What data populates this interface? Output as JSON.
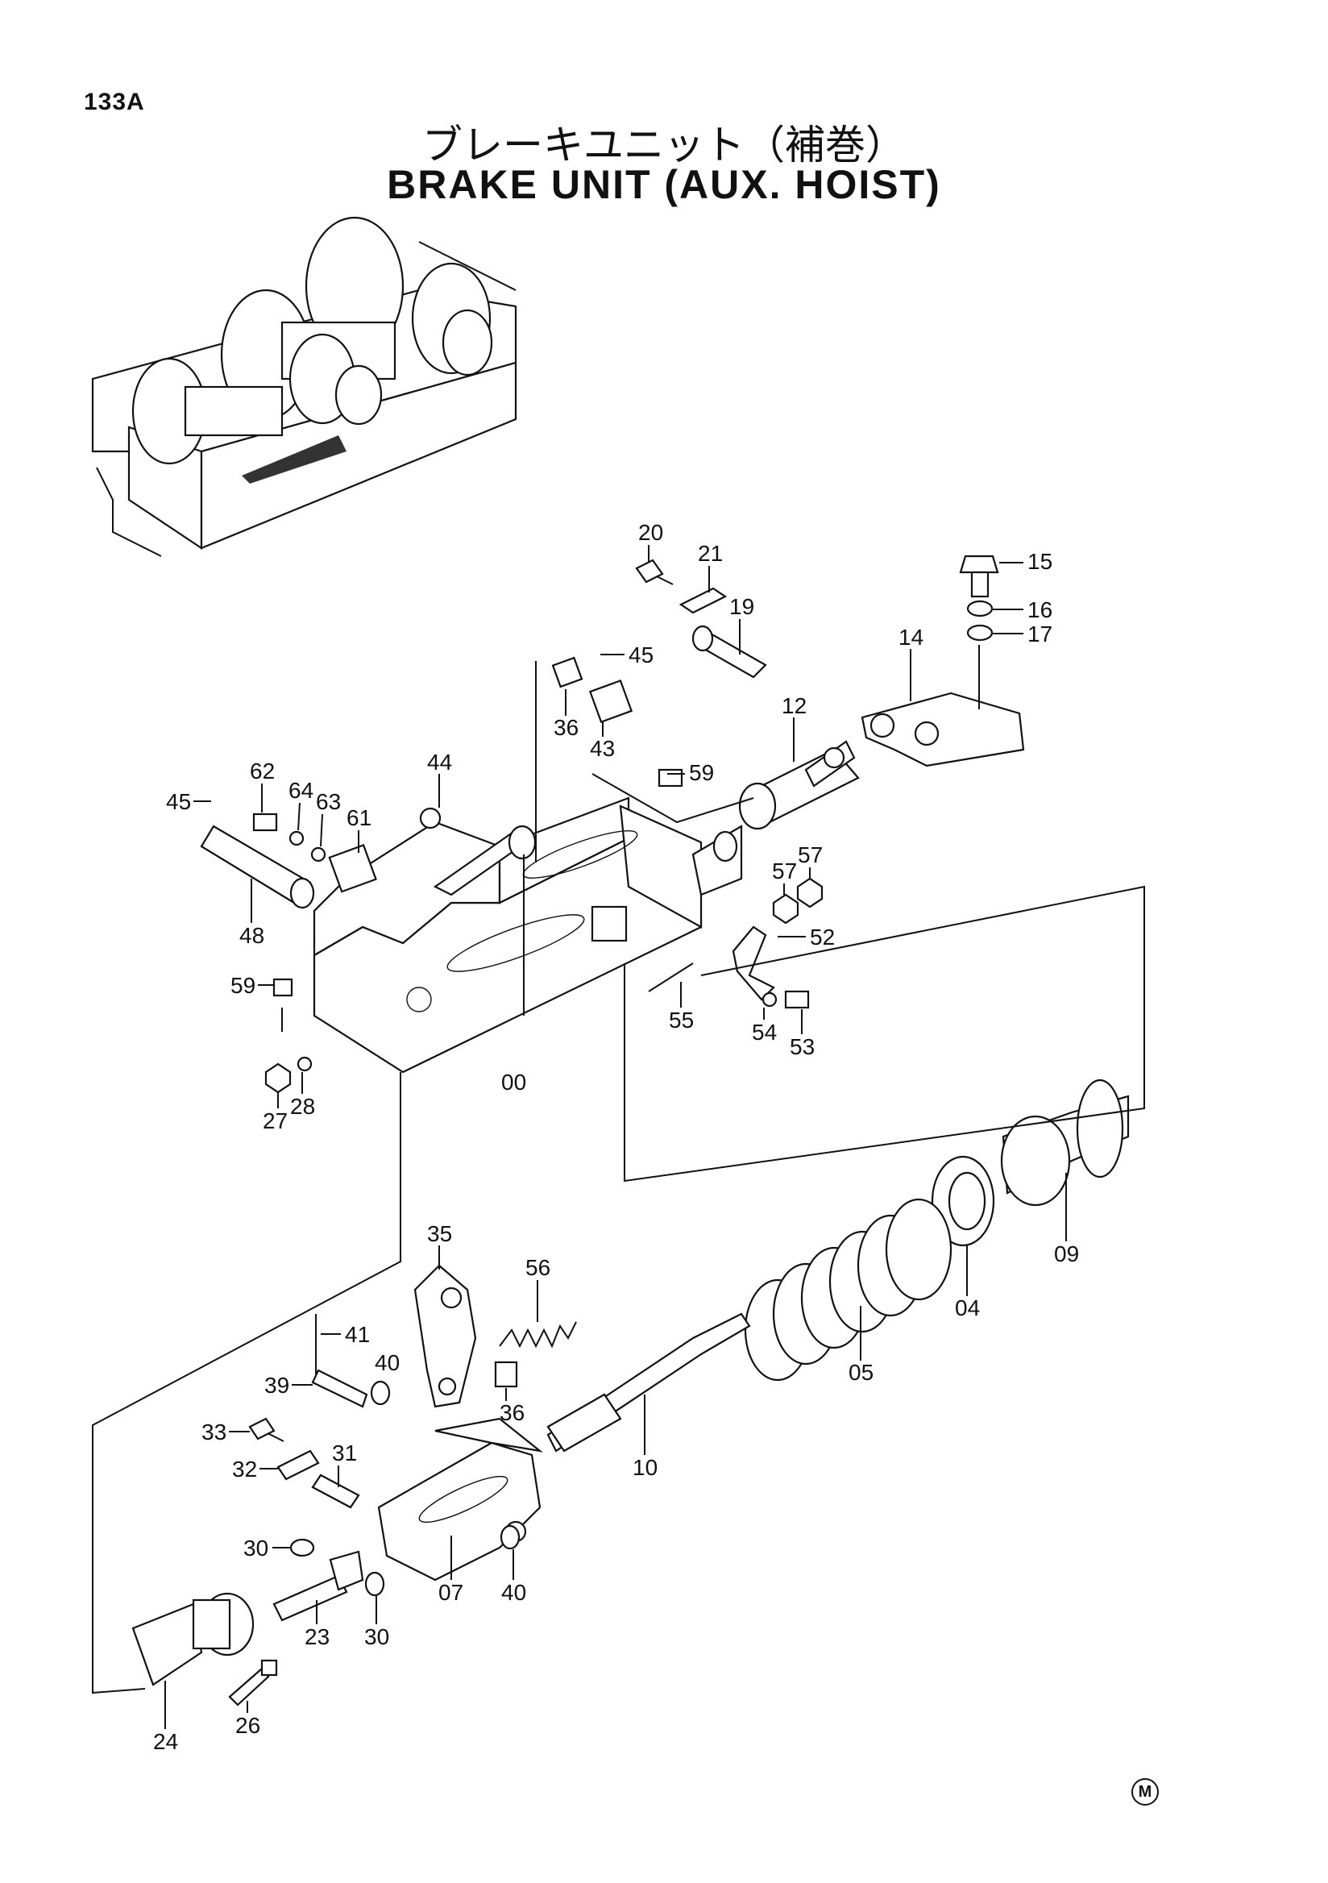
{
  "page_code": "133A",
  "title_jp": "ブレーキユニット（補巻）",
  "title_en": "BRAKE UNIT (AUX. HOIST)",
  "labels": {
    "p00": "00",
    "p04": "04",
    "p05": "05",
    "p07": "07",
    "p09": "09",
    "p10": "10",
    "p12": "12",
    "p14": "14",
    "p15": "15",
    "p16": "16",
    "p17": "17",
    "p19": "19",
    "p20": "20",
    "p21": "21",
    "p23": "23",
    "p24": "24",
    "p26": "26",
    "p27": "27",
    "p28": "28",
    "p30a": "30",
    "p30b": "30",
    "p31": "31",
    "p32": "32",
    "p33": "33",
    "p35": "35",
    "p36a": "36",
    "p36b": "36",
    "p39": "39",
    "p40a": "40",
    "p40b": "40",
    "p41": "41",
    "p43": "43",
    "p44": "44",
    "p45a": "45",
    "p45b": "45",
    "p48": "48",
    "p52": "52",
    "p53": "53",
    "p54": "54",
    "p55": "55",
    "p56": "56",
    "p57a": "57",
    "p57b": "57",
    "p59a": "59",
    "p59b": "59",
    "p61": "61",
    "p62": "62",
    "p63": "63",
    "p64": "64"
  },
  "mark": "M"
}
